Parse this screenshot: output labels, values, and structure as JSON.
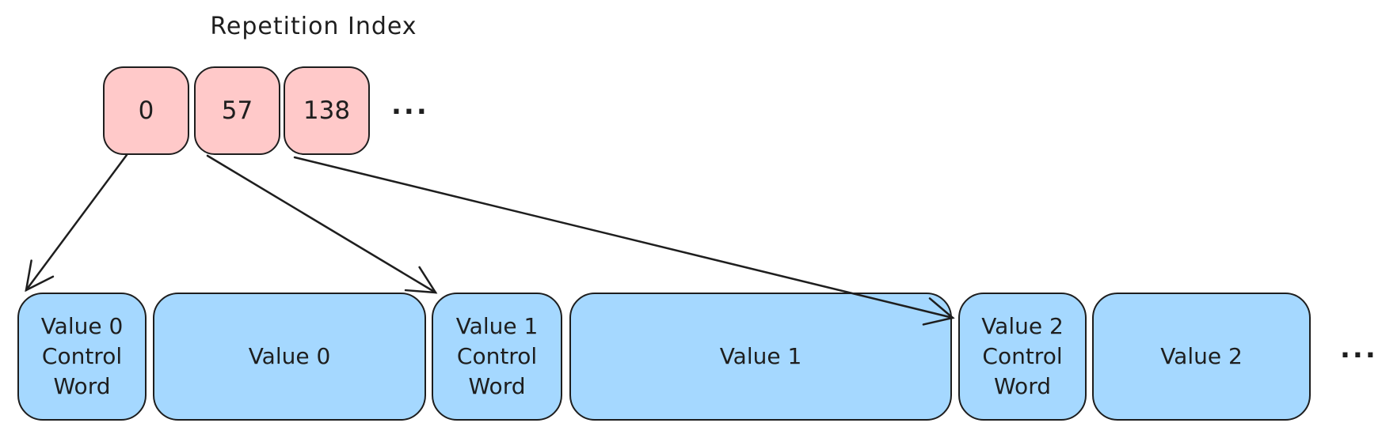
{
  "title": "Repetition Index",
  "repetition_index": {
    "cells": [
      "0",
      "57",
      "138"
    ],
    "ellipsis": "..."
  },
  "data_stream": {
    "cells": [
      {
        "label": "Value 0 Control Word"
      },
      {
        "label": "Value 0"
      },
      {
        "label": "Value 1 Control Word"
      },
      {
        "label": "Value 1"
      },
      {
        "label": "Value 2 Control Word"
      },
      {
        "label": "Value 2"
      }
    ],
    "ellipsis": "..."
  },
  "connections": [
    {
      "from": "0",
      "to": "Value 0 Control Word"
    },
    {
      "from": "57",
      "to": "Value 1 Control Word"
    },
    {
      "from": "138",
      "to": "Value 2 Control Word"
    }
  ],
  "colors": {
    "index_cell_fill": "#ffc9c9",
    "stream_cell_fill": "#a5d8ff",
    "stroke": "#1e1e1e"
  }
}
